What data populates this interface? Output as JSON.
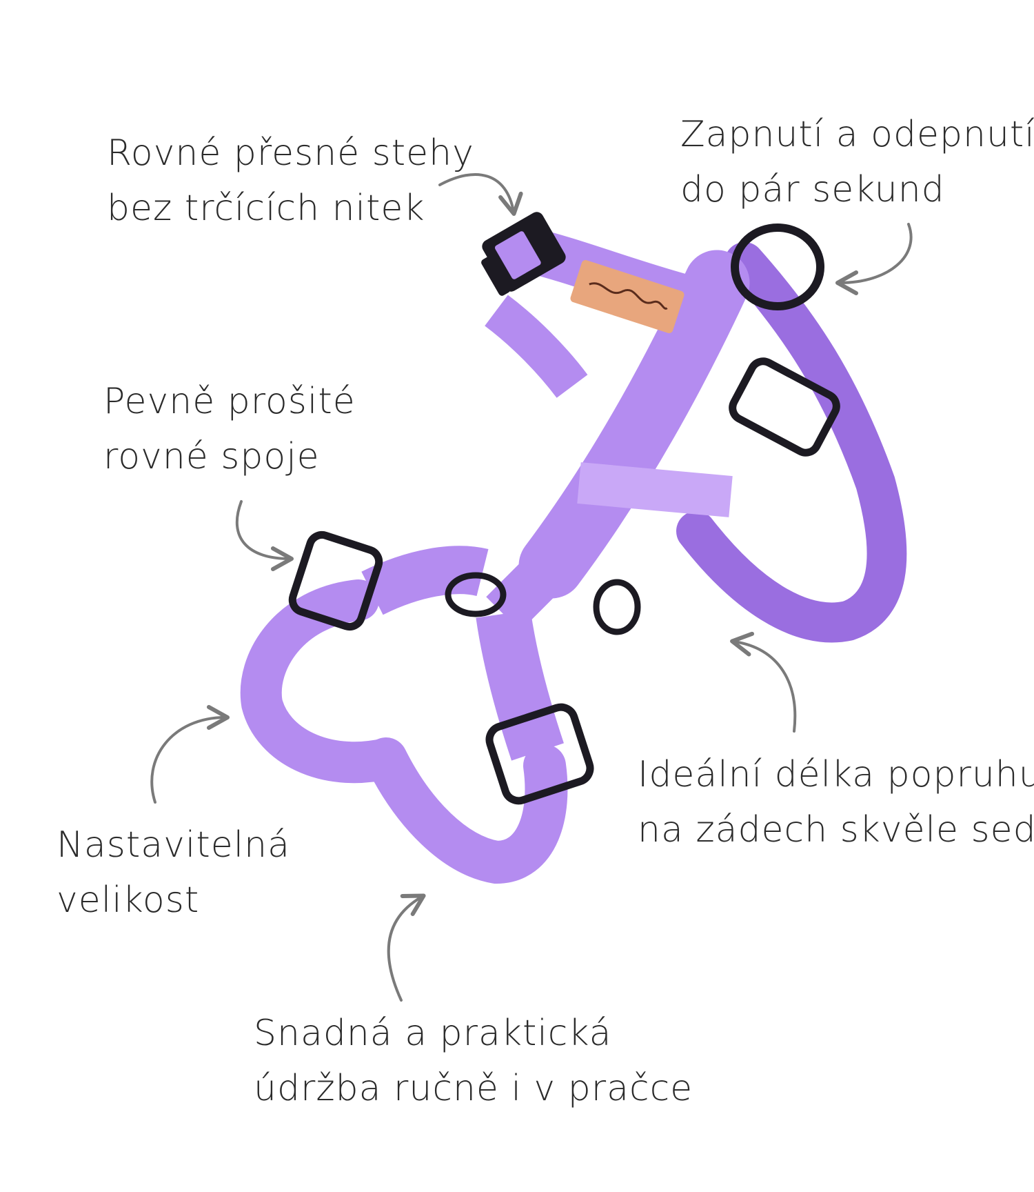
{
  "callouts": {
    "stitches": {
      "line1": "Rovné přesné stehy",
      "line2": "bez trčících nitek"
    },
    "buckle": {
      "line1": "Zapnutí a odepnutí",
      "line2": "do pár sekund"
    },
    "seams": {
      "line1": "Pevně prošité",
      "line2": "rovné spoje"
    },
    "size": {
      "line1": "Nastavitelná",
      "line2": "velikost"
    },
    "back": {
      "line1": "Ideální délka popruhu",
      "line2": "na zádech skvěle sedí"
    },
    "care": {
      "line1": "Snadná a praktická",
      "line2": "údržba ručně i v pračce"
    }
  },
  "colors": {
    "strap": "#b48cf0",
    "strap_dark": "#9a6ee0",
    "strap_light": "#c9a8f7",
    "hardware": "#1c1a22",
    "patch": "#e8a67d",
    "arrow": "#7a7a7a",
    "text": "#2b2b2b"
  },
  "icons": [
    "curved-arrow-icon",
    "buckle-icon",
    "d-ring-icon",
    "slider-icon",
    "leather-patch-icon"
  ]
}
